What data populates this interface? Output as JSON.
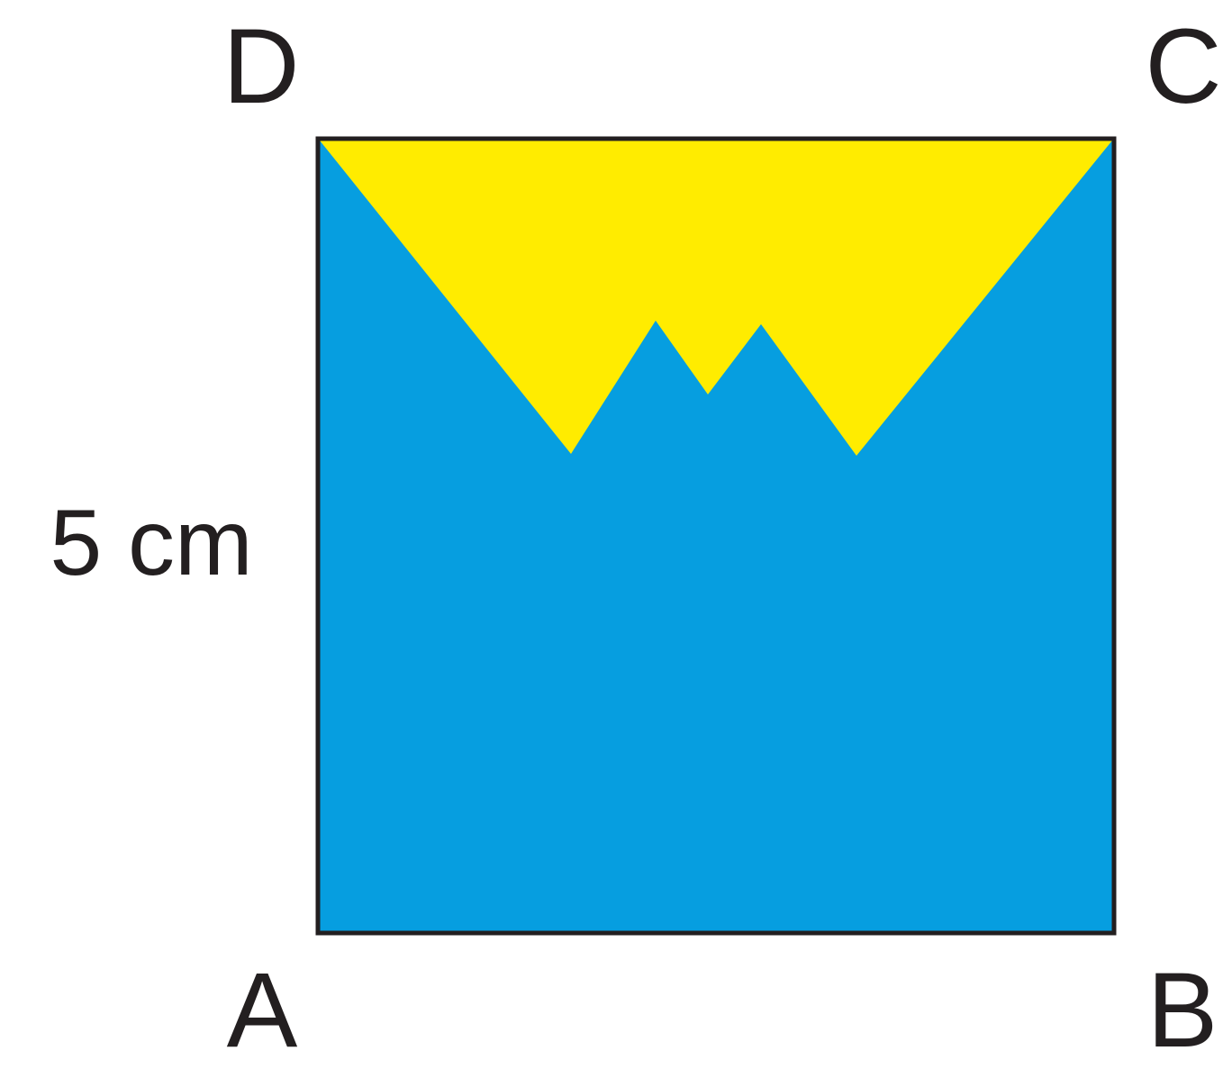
{
  "figure": {
    "vertices": {
      "a": "A",
      "b": "B",
      "c": "C",
      "d": "D"
    },
    "side_label": "5 cm",
    "colors": {
      "square_fill": "#069ee0",
      "shaded_region_fill": "#ffec00",
      "outline": "#231f20",
      "text": "#231f20",
      "background": "#ffffff"
    }
  }
}
